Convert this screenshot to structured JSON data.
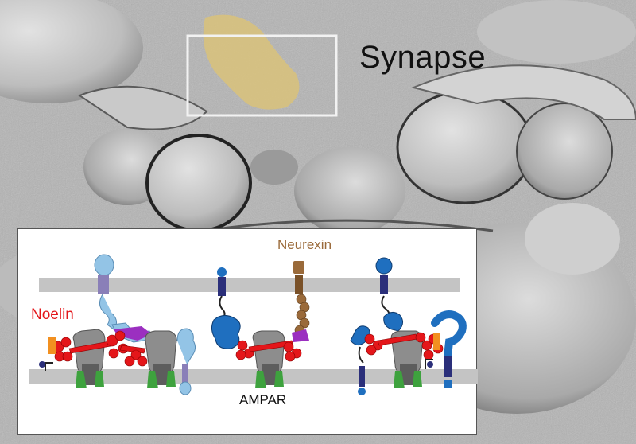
{
  "title": "Synapse",
  "labels": {
    "neurexin": "Neurexin",
    "noelin": "Noelin",
    "ampar": "AMPAR"
  },
  "colors": {
    "noelin": "#e4161a",
    "neurexin": "#9a6a3a",
    "ampar": "#8d8d8d",
    "ampar_auxiliary": "#3ea23e",
    "light_blue_protein": "#93c4e6",
    "dark_blue_protein": "#1f6fbf",
    "anchor": "#2b2f7a",
    "purple_domain": "#9b2fc0",
    "membrane": "#c4c4c4",
    "highlight": "#d9c27a"
  }
}
